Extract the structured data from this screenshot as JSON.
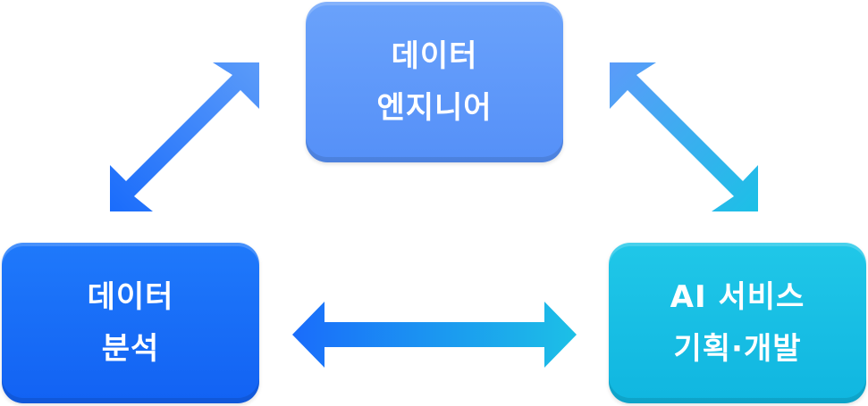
{
  "nodes": {
    "data_engineer": {
      "line1": "데이터",
      "line2": "엔지니어"
    },
    "data_analysis": {
      "line1": "데이터",
      "line2": "분석"
    },
    "ai_service": {
      "line1": "AI 서비스",
      "line2": "기획·개발"
    }
  },
  "edges": [
    {
      "from": "data_engineer",
      "to": "data_analysis",
      "direction": "bidirectional"
    },
    {
      "from": "data_engineer",
      "to": "ai_service",
      "direction": "bidirectional"
    },
    {
      "from": "data_analysis",
      "to": "ai_service",
      "direction": "bidirectional"
    }
  ],
  "colors": {
    "engineer_box": "#5b95f9",
    "analysis_box": "#1868f6",
    "ai_box": "#14bde3",
    "arrow_blue": "#1a6cfb",
    "arrow_light_blue": "#5b9bf9",
    "arrow_cyan": "#1cc0e6"
  }
}
